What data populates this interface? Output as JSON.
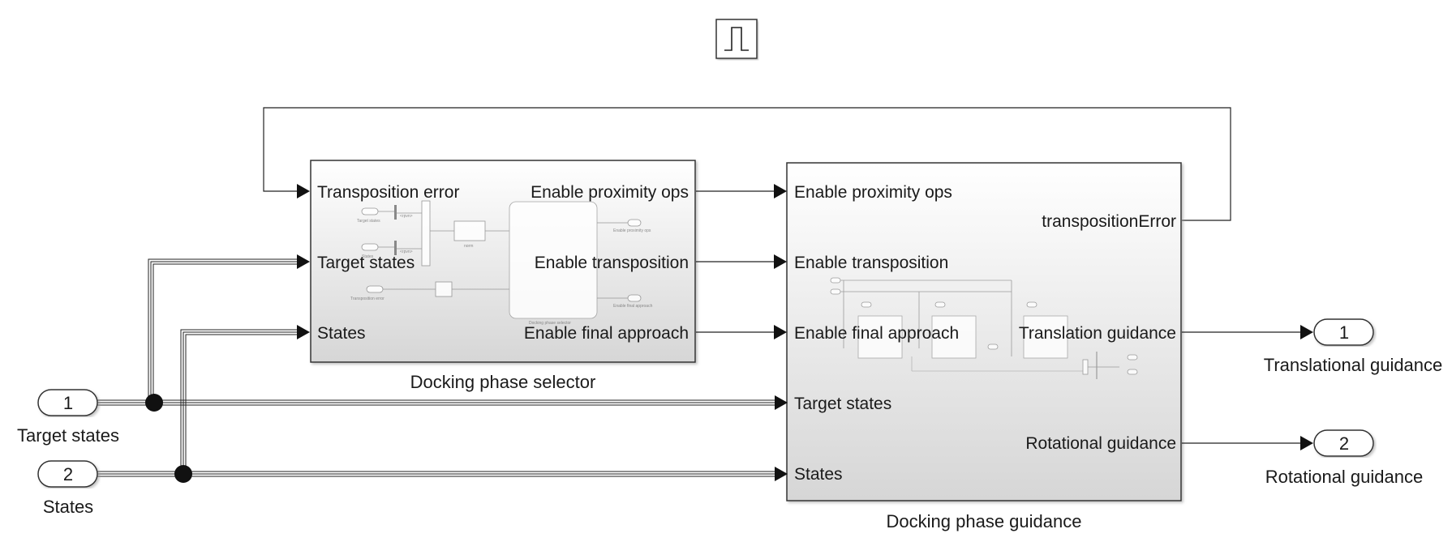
{
  "pulse_block": {
    "icon": "pulse-generator-icon"
  },
  "selector": {
    "caption": "Docking phase selector",
    "inputs": [
      "Transposition error",
      "Target states",
      "States"
    ],
    "outputs": [
      "Enable proximity ops",
      "Enable transposition",
      "Enable final approach"
    ],
    "thumbnail": {
      "inport_target": "Target states",
      "inport_states": "States",
      "inport_transposition": "Transposition error",
      "norm_label": "norm",
      "sel_rpvn": "<rpvn>",
      "sel_rpvn2": "<rpvn>",
      "subsystem_label": "Docking phase selector",
      "out_prox": "Enable proximity ops",
      "out_final": "Enable final approach"
    }
  },
  "guidance": {
    "caption": "Docking phase guidance",
    "inputs": [
      "Enable proximity ops",
      "Enable transposition",
      "Enable final approach",
      "Target states",
      "States"
    ],
    "outputs": [
      "transpositionError",
      "Translation guidance",
      "Rotational guidance"
    ]
  },
  "inports": [
    {
      "number": "1",
      "label": "Target states"
    },
    {
      "number": "2",
      "label": "States"
    }
  ],
  "outports": [
    {
      "number": "1",
      "label": "Translational guidance"
    },
    {
      "number": "2",
      "label": "Rotational guidance"
    }
  ]
}
